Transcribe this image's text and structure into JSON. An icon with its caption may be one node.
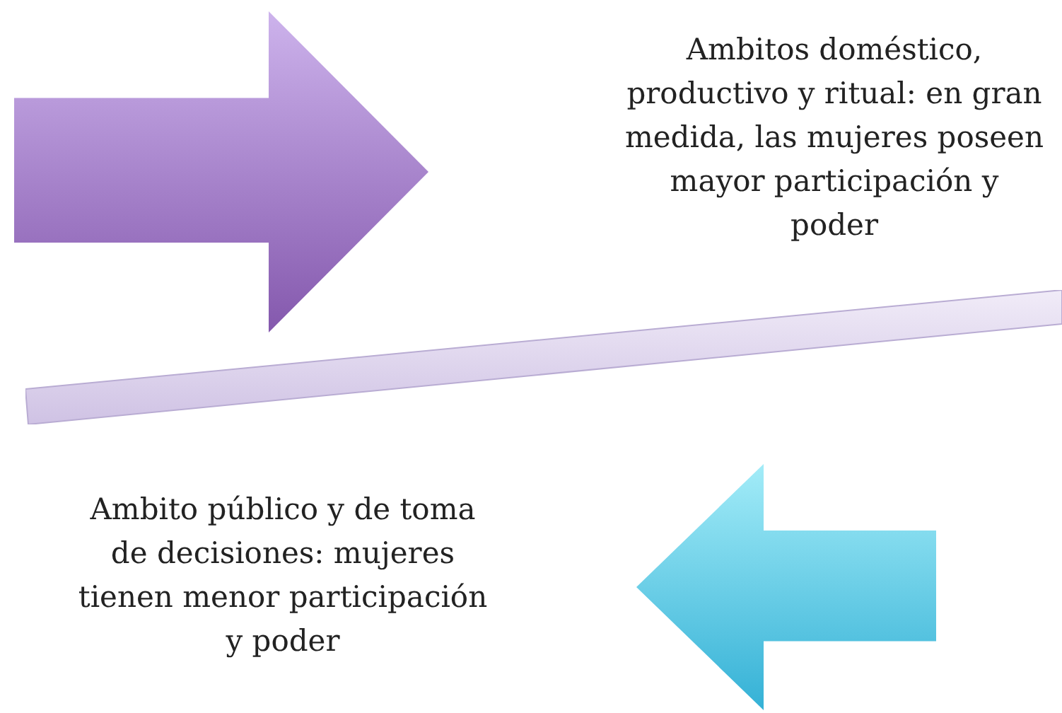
{
  "diagram": {
    "nodes": [
      {
        "text": [],
        "shape": "arrow"
      },
      {
        "text": [],
        "shape": "bar"
      },
      {
        "text": [],
        "shape": "arrow"
      }
    ],
    "labels": [
      "Ambitos doméstico, productivo y ritual: en gran medida, las mujeres poseen mayor participación y poder",
      "Ambito público y de toma de decisiones: mujeres tienen menor participación y poder"
    ]
  }
}
